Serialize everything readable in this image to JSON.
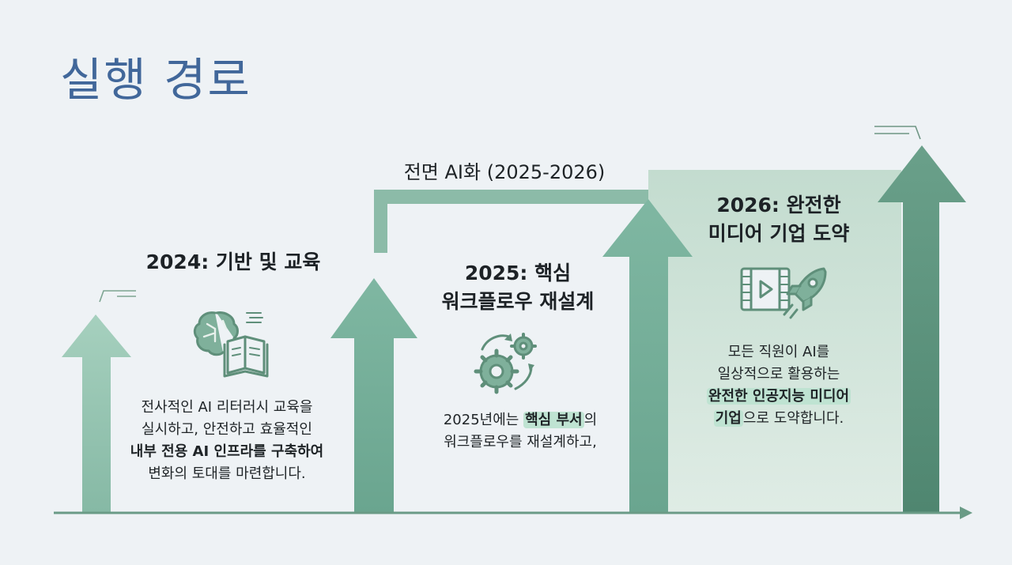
{
  "page": {
    "title": "실행 경로"
  },
  "span": {
    "label": "전면 AI화 (2025-2026)"
  },
  "stages": [
    {
      "heading": "2024: 기반 및 교육",
      "icon": "brain-book-icon",
      "lines": {
        "l1": "전사적인 AI 리터러시 교육을",
        "l2": "실시하고, 안전하고 효율적인",
        "l3": "내부 전용 AI 인프라를 구축하여",
        "l4": "변화의 토대를 마련합니다."
      }
    },
    {
      "heading_l1": "2025: 핵심",
      "heading_l2": "워크플로우 재설계",
      "icon": "gears-cycle-icon",
      "lines": {
        "l1_pre": "2025년에는 ",
        "l1_hl": "핵심 부서",
        "l1_post": "의",
        "l2": "워크플로우를 재설계하고,"
      }
    },
    {
      "heading_l1": "2026: 완전한",
      "heading_l2": "미디어 기업 도약",
      "icon": "film-rocket-icon",
      "lines": {
        "l1": "모든 직원이 AI를",
        "l2": "일상적으로 활용하는",
        "l3_hl": "완전한 인공지능 미디어",
        "l4_hl": "기업",
        "l4_post": "으로 도약합니다."
      }
    }
  ],
  "colors": {
    "title": "#41679a",
    "arrow_dark": "#5b8e78",
    "arrow_mid": "#7fb4a0",
    "arrow_light": "#9fcab8",
    "panel": "#cfe2d9",
    "highlight": "#bfe3d2",
    "baseline": "#6a9b86"
  }
}
